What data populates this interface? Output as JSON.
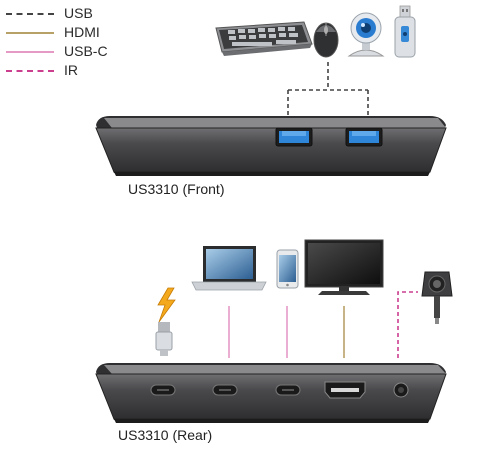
{
  "legend": [
    {
      "label": "USB",
      "color": "#444444",
      "style": "dashed"
    },
    {
      "label": "HDMI",
      "color": "#b8a167",
      "style": "solid"
    },
    {
      "label": "USB-C",
      "color": "#e59ac6",
      "style": "solid"
    },
    {
      "label": "IR",
      "color": "#cc3f8f",
      "style": "dashed"
    }
  ],
  "front_caption": "US3310 (Front)",
  "rear_caption": "US3310 (Rear)",
  "front_devices": [
    "keyboard-icon",
    "mouse-icon",
    "webcam-icon",
    "usb-flash-drive-icon"
  ],
  "rear_devices": [
    "power-icon",
    "laptop-icon",
    "smartphone-icon",
    "monitor-icon",
    "ir-receiver-icon"
  ],
  "front_ports": [
    "usb-a-port",
    "usb-a-port"
  ],
  "rear_ports": [
    "usb-c-port",
    "usb-c-port",
    "usb-c-port",
    "hdmi-port",
    "ir-jack"
  ],
  "colors": {
    "device_body": "#4a4a4c",
    "device_top": "#7a7a7c",
    "port_blue": "#2f86d8",
    "bolt": "#f4a91c"
  }
}
